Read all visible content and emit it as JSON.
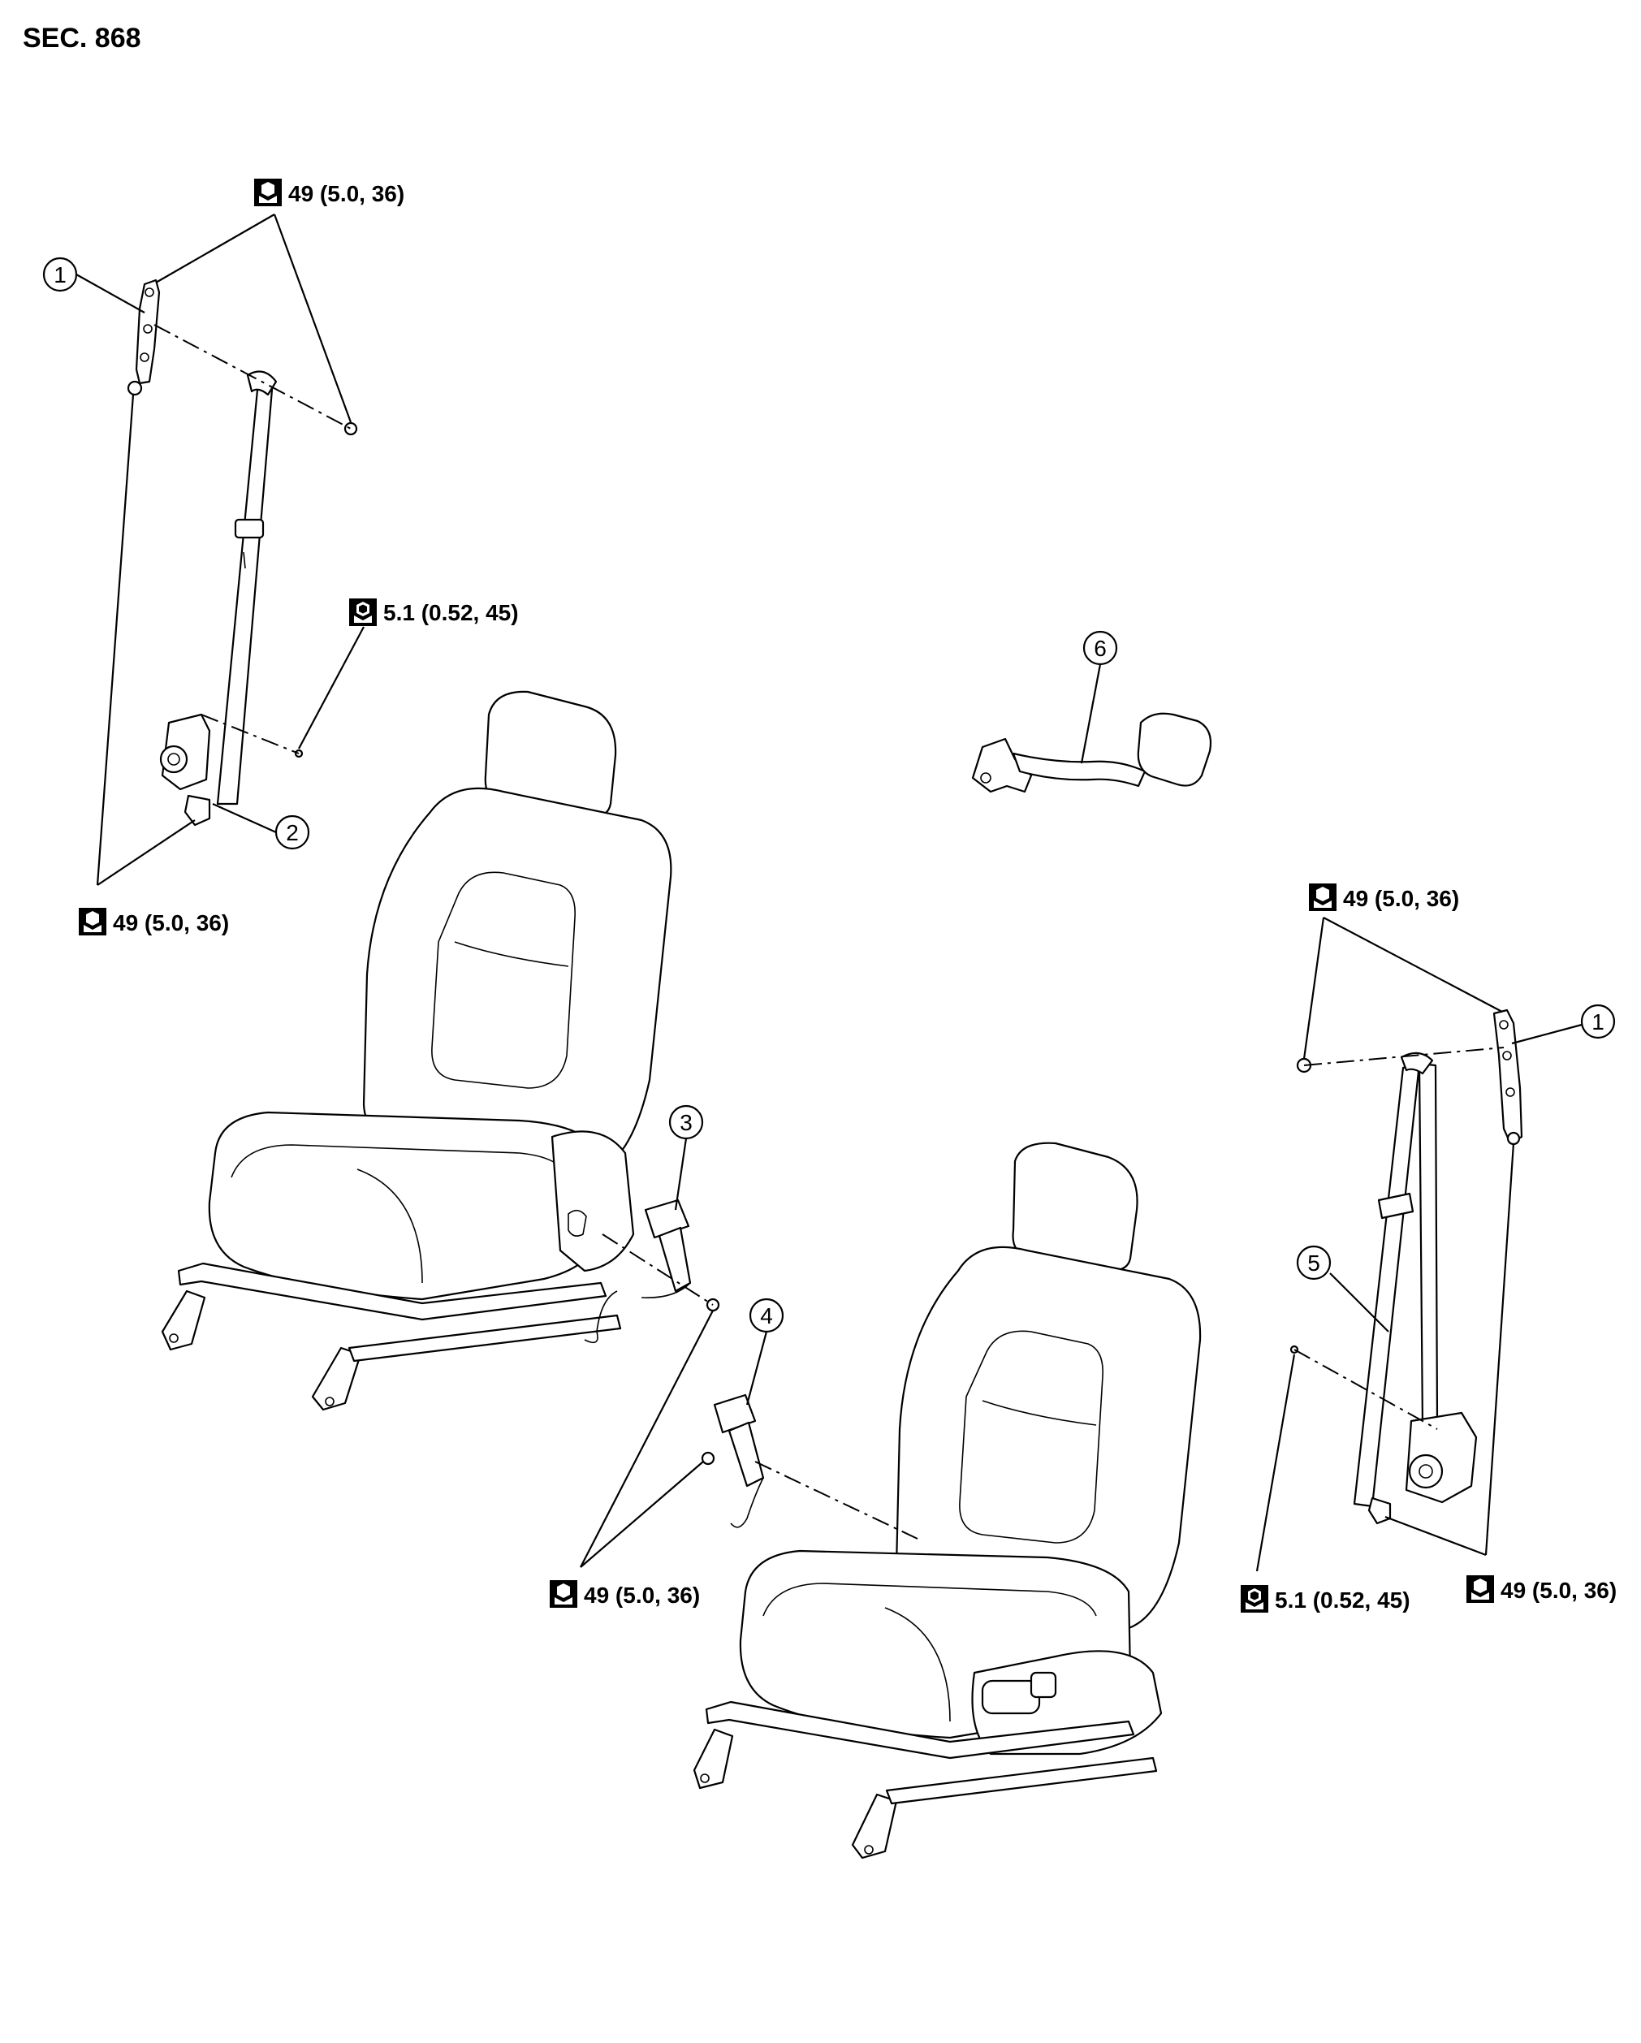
{
  "section": "SEC. 868",
  "callouts": {
    "c1_left": "1",
    "c2": "2",
    "c3": "3",
    "c4": "4",
    "c5": "5",
    "c6": "6",
    "c1_right": "1"
  },
  "torque_labels": {
    "t_top_left": "49 (5.0, 36)",
    "t_mid_left_bolt": "5.1 (0.52, 45)",
    "t_bottom_left": "49 (5.0, 36)",
    "t_top_right": "49 (5.0, 36)",
    "t_center_bottom": "49 (5.0, 36)",
    "t_right_bolt": "5.1 (0.52, 45)",
    "t_bottom_right": "49 (5.0, 36)"
  },
  "icons": {
    "torque_open": "torque-wrench-icon",
    "torque_filled": "torque-wrench-filled-icon"
  }
}
